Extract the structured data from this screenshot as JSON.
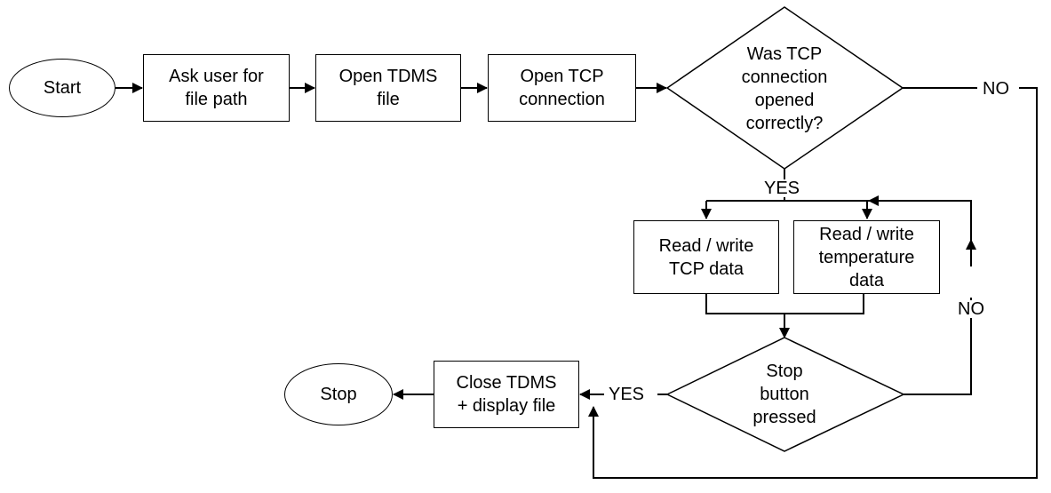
{
  "nodes": {
    "start": "Start",
    "ask_path": "Ask user for\nfile path",
    "open_tdms": "Open TDMS\nfile",
    "open_tcp": "Open TCP\nconnection",
    "tcp_check": "Was TCP\nconnection\nopened\ncorrectly?",
    "rw_tcp": "Read / write\nTCP data",
    "rw_temp": "Read / write\ntemperature\ndata",
    "stop_check": "Stop\nbutton\npressed",
    "close_tdms": "Close TDMS\n+ display file",
    "stop": "Stop"
  },
  "edge_labels": {
    "tcp_no": "NO",
    "tcp_yes": "YES",
    "loop_no": "NO",
    "stop_yes": "YES"
  }
}
